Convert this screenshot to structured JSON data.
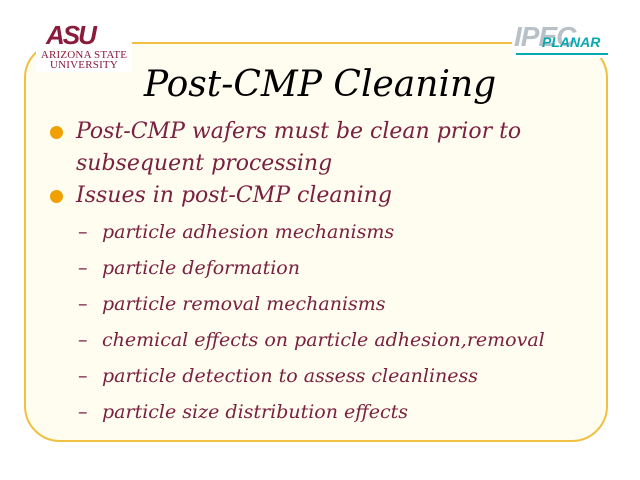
{
  "header": {
    "asu_logo": {
      "mark": "ASU",
      "line1": "ARIZONA STATE",
      "line2": "UNIVERSITY"
    },
    "ipec_logo": {
      "mark": "IPEC",
      "sub": "PLANAR"
    }
  },
  "slide": {
    "title": "Post-CMP Cleaning",
    "bullets": [
      {
        "text": "Post-CMP wafers must be clean prior to subsequent processing",
        "subitems": []
      },
      {
        "text": "Issues in post-CMP cleaning",
        "subitems": [
          "particle adhesion mechanisms",
          "particle deformation",
          "particle removal mechanisms",
          "chemical effects on particle adhesion,removal",
          "particle detection to assess cleanliness",
          "particle size distribution effects"
        ]
      }
    ]
  },
  "colors": {
    "frame_border": "#f0c040",
    "bullet_dot": "#f0a000",
    "body_text": "#7a2040",
    "title_text": "#000000",
    "asu_maroon": "#8a1b3c",
    "planar_teal": "#0aa8b0"
  }
}
